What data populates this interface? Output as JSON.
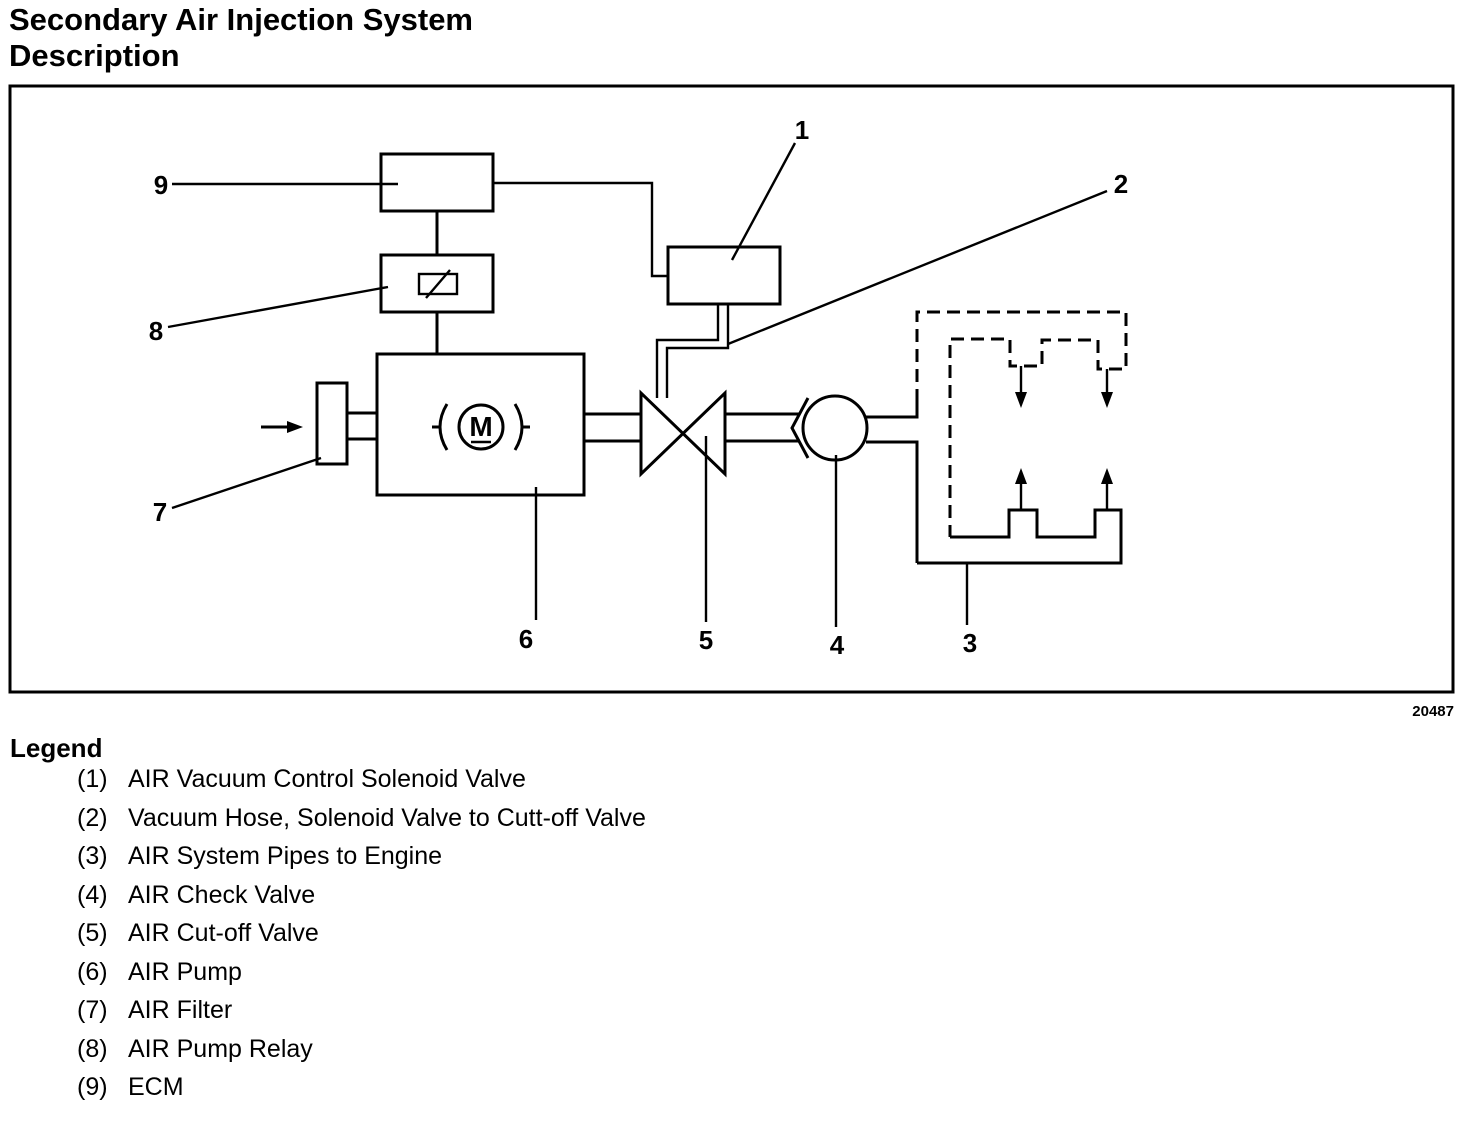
{
  "title": {
    "line1": "Secondary Air Injection System",
    "line2": "Description"
  },
  "figure_number": "20487",
  "callouts": {
    "c1": "1",
    "c2": "2",
    "c3": "3",
    "c4": "4",
    "c5": "5",
    "c6": "6",
    "c7": "7",
    "c8": "8",
    "c9": "9"
  },
  "motor_symbol": "M",
  "legend": {
    "title": "Legend",
    "items": [
      {
        "num": "(1)",
        "text": "AIR Vacuum Control Solenoid Valve"
      },
      {
        "num": "(2)",
        "text": "Vacuum Hose, Solenoid Valve to Cutt-off Valve"
      },
      {
        "num": "(3)",
        "text": "AIR System Pipes to Engine"
      },
      {
        "num": "(4)",
        "text": "AIR Check Valve"
      },
      {
        "num": "(5)",
        "text": "AIR Cut-off Valve"
      },
      {
        "num": "(6)",
        "text": "AIR Pump"
      },
      {
        "num": "(7)",
        "text": "AIR Filter"
      },
      {
        "num": "(8)",
        "text": "AIR Pump Relay"
      },
      {
        "num": "(9)",
        "text": "ECM"
      }
    ]
  }
}
